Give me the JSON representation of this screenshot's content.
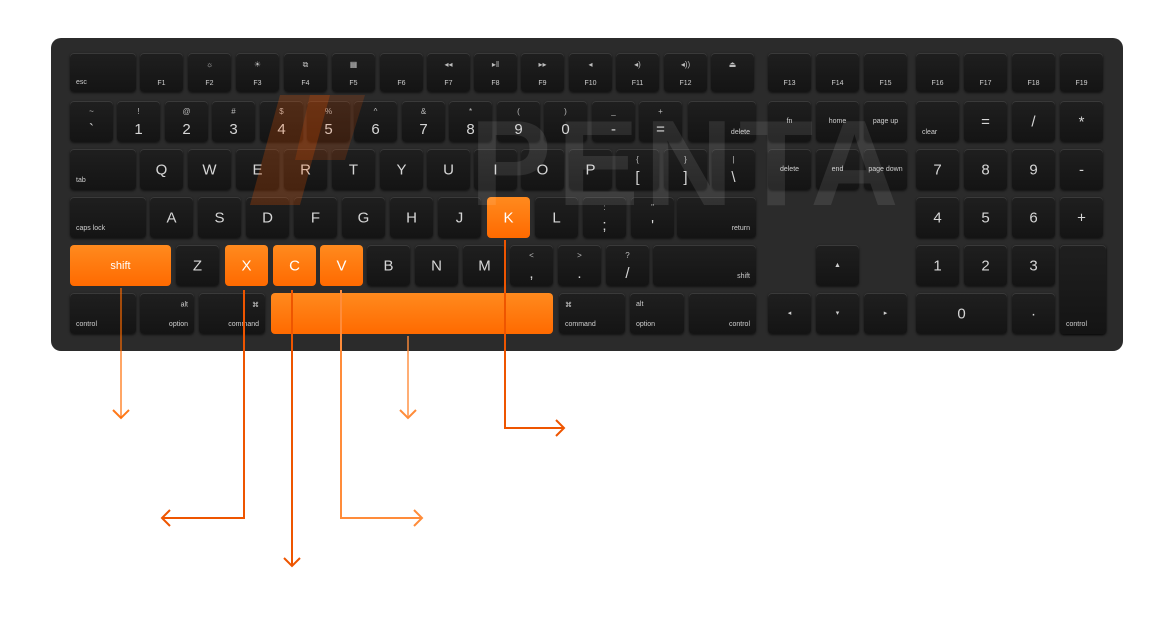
{
  "fn_row": [
    {
      "label": "esc"
    },
    {
      "label": "F1"
    },
    {
      "label": "F2",
      "icon": "☼"
    },
    {
      "label": "F3",
      "icon": "☀"
    },
    {
      "label": "F4",
      "icon": "⧉"
    },
    {
      "label": "F5",
      "icon": "▦"
    },
    {
      "label": "F6"
    },
    {
      "label": "F7",
      "icon": "◂◂"
    },
    {
      "label": "F8",
      "icon": "▸ǁ"
    },
    {
      "label": "F9",
      "icon": "▸▸"
    },
    {
      "label": "F10",
      "icon": "◂"
    },
    {
      "label": "F11",
      "icon": "◂)"
    },
    {
      "label": "F12",
      "icon": "◂))"
    },
    {
      "label": "",
      "icon": "⏏"
    },
    {
      "label": "F13"
    },
    {
      "label": "F14"
    },
    {
      "label": "F15"
    },
    {
      "label": "F16"
    },
    {
      "label": "F17"
    },
    {
      "label": "F18"
    },
    {
      "label": "F19"
    }
  ],
  "num_row": [
    {
      "top": "~",
      "main": "`"
    },
    {
      "top": "!",
      "main": "1"
    },
    {
      "top": "@",
      "main": "2"
    },
    {
      "top": "#",
      "main": "3"
    },
    {
      "top": "$",
      "main": "4"
    },
    {
      "top": "%",
      "main": "5"
    },
    {
      "top": "^",
      "main": "6"
    },
    {
      "top": "&",
      "main": "7"
    },
    {
      "top": "*",
      "main": "8"
    },
    {
      "top": "(",
      "main": "9"
    },
    {
      "top": ")",
      "main": "0"
    },
    {
      "top": "_",
      "main": "-"
    },
    {
      "top": "+",
      "main": "="
    },
    {
      "top": "",
      "main": "delete"
    }
  ],
  "nav_row1": [
    "fn",
    "home",
    "page up"
  ],
  "numpad_row1": [
    "clear",
    "=",
    "/",
    "*"
  ],
  "q_row": [
    "tab",
    "Q",
    "W",
    "E",
    "R",
    "T",
    "Y",
    "U",
    "I",
    "O",
    "P"
  ],
  "q_row_brackets": [
    {
      "top": "{",
      "main": "["
    },
    {
      "top": "}",
      "main": "]"
    },
    {
      "top": "|",
      "main": "\\"
    }
  ],
  "nav_row2": [
    "delete",
    "end",
    "page down"
  ],
  "numpad_row2": [
    "7",
    "8",
    "9",
    "-"
  ],
  "a_row": [
    "caps lock",
    "A",
    "S",
    "D",
    "F",
    "G",
    "H",
    "J",
    "K",
    "L"
  ],
  "a_row_punct": [
    {
      "top": ":",
      "main": ";"
    },
    {
      "top": "\"",
      "main": "'"
    }
  ],
  "return_label": "return",
  "numpad_row3": [
    "4",
    "5",
    "6",
    "+"
  ],
  "z_row": [
    "shift",
    "Z",
    "X",
    "C",
    "V",
    "B",
    "N",
    "M"
  ],
  "z_row_punct": [
    {
      "top": "<",
      "main": ","
    },
    {
      "top": ">",
      "main": "."
    },
    {
      "top": "?",
      "main": "/"
    }
  ],
  "rshift_label": "shift",
  "arrow_up": "▲",
  "numpad_row4": [
    "1",
    "2",
    "3"
  ],
  "bottom_row": {
    "lcontrol": "control",
    "loption_top": "alt",
    "loption": "option",
    "lcommand_top": "⌘",
    "lcommand": "command",
    "rcommand_top": "⌘",
    "rcommand": "command",
    "roption_top": "alt",
    "roption": "option",
    "rcontrol": "control"
  },
  "arrows": {
    "left": "◂",
    "down": "▾",
    "right": "▸"
  },
  "numpad_row5": {
    "zero": "0",
    "dot": "·",
    "control": "control"
  },
  "watermark": "PENTA",
  "accent_color": "#ff6a00",
  "highlighted_keys": [
    "shift",
    "X",
    "C",
    "V",
    "space",
    "K"
  ]
}
